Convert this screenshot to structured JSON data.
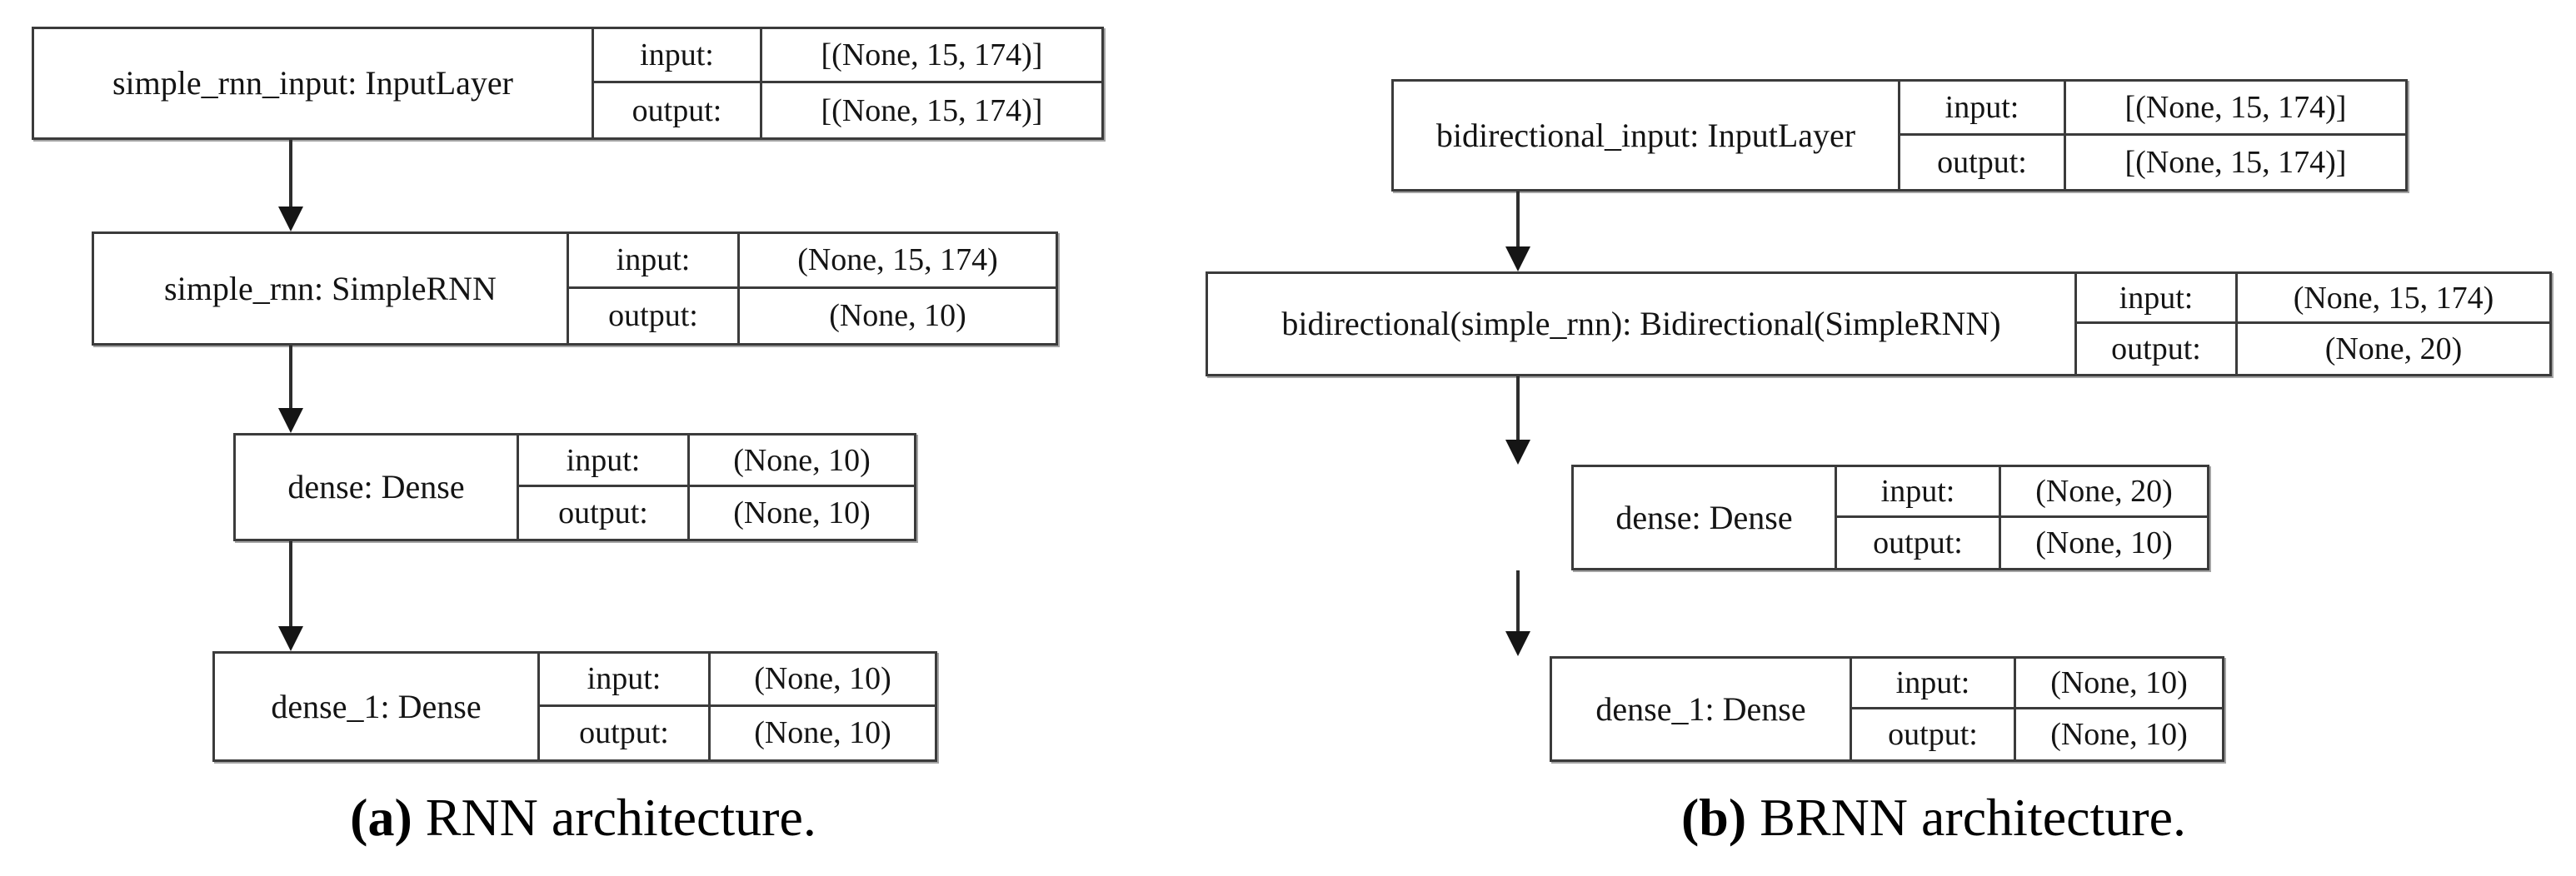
{
  "figure": {
    "panels": [
      {
        "id": "a",
        "caption_marker": "(a)",
        "caption_text": " RNN architecture.",
        "nodes": [
          {
            "name": "simple_rnn_input: InputLayer",
            "input_label": "input:",
            "input_value": "[(None, 15, 174)]",
            "output_label": "output:",
            "output_value": "[(None, 15, 174)]"
          },
          {
            "name": "simple_rnn: SimpleRNN",
            "input_label": "input:",
            "input_value": "(None, 15, 174)",
            "output_label": "output:",
            "output_value": "(None, 10)"
          },
          {
            "name": "dense: Dense",
            "input_label": "input:",
            "input_value": "(None, 10)",
            "output_label": "output:",
            "output_value": "(None, 10)"
          },
          {
            "name": "dense_1: Dense",
            "input_label": "input:",
            "input_value": "(None, 10)",
            "output_label": "output:",
            "output_value": "(None, 10)"
          }
        ]
      },
      {
        "id": "b",
        "caption_marker": "(b)",
        "caption_text": " BRNN architecture.",
        "nodes": [
          {
            "name": "bidirectional_input: InputLayer",
            "input_label": "input:",
            "input_value": "[(None, 15, 174)]",
            "output_label": "output:",
            "output_value": "[(None, 15, 174)]"
          },
          {
            "name": "bidirectional(simple_rnn): Bidirectional(SimpleRNN)",
            "input_label": "input:",
            "input_value": "(None, 15, 174)",
            "output_label": "output:",
            "output_value": "(None, 20)"
          },
          {
            "name": "dense: Dense",
            "input_label": "input:",
            "input_value": "(None, 20)",
            "output_label": "output:",
            "output_value": "(None, 10)"
          },
          {
            "name": "dense_1: Dense",
            "input_label": "input:",
            "input_value": "(None, 10)",
            "output_label": "output:",
            "output_value": "(None, 10)"
          }
        ]
      }
    ],
    "colors": {
      "border": "#3b3b3b",
      "arrow": "#151515",
      "background": "#ffffff",
      "text": "#141414"
    }
  }
}
